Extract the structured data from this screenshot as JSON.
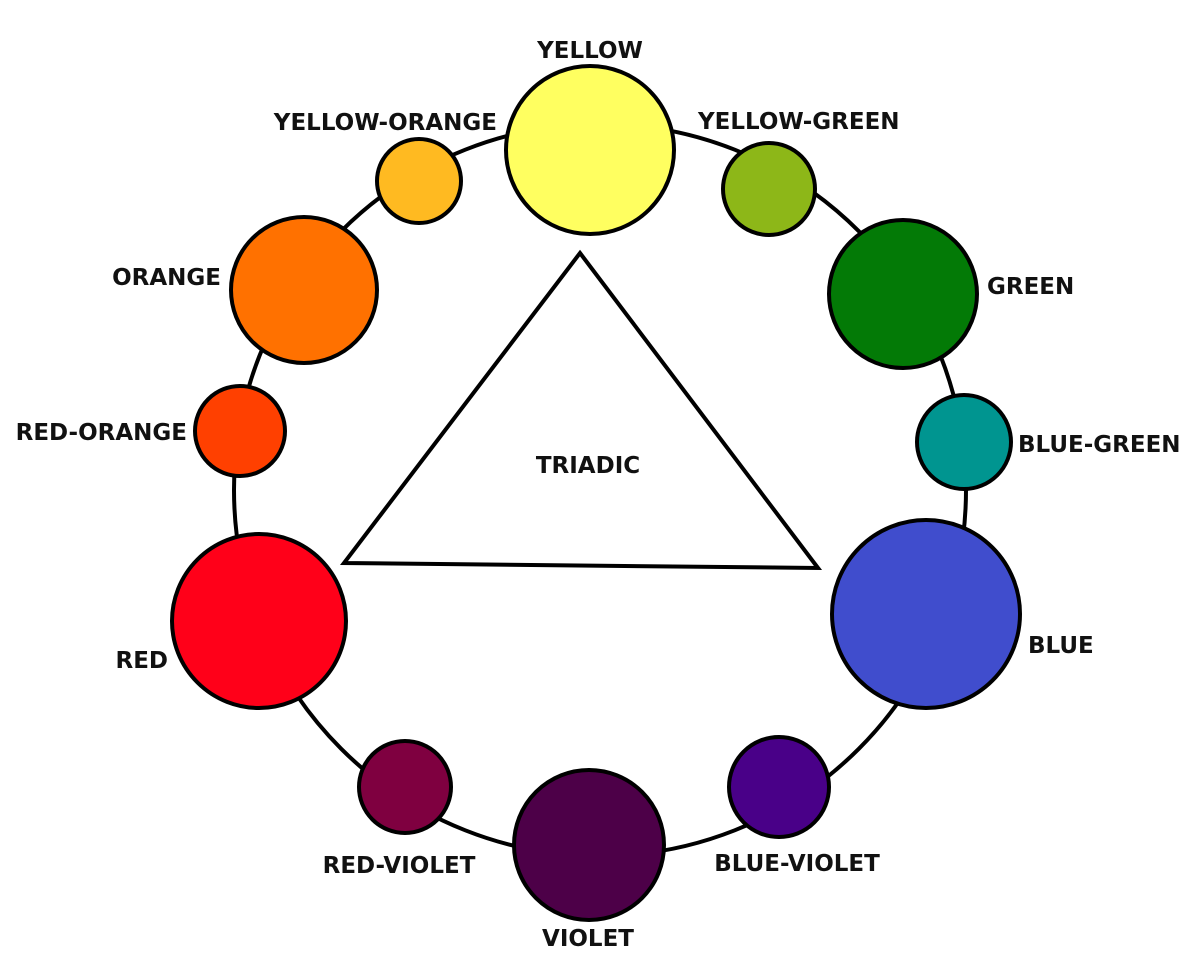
{
  "center_label": "TRIADIC",
  "colors": [
    {
      "id": "yellow",
      "label": "YELLOW",
      "hex": "#FFFF60"
    },
    {
      "id": "yellow-green",
      "label": "YELLOW-GREEN",
      "hex": "#8DB718"
    },
    {
      "id": "green",
      "label": "GREEN",
      "hex": "#037A06"
    },
    {
      "id": "blue-green",
      "label": "BLUE-GREEN",
      "hex": "#009590"
    },
    {
      "id": "blue",
      "label": "BLUE",
      "hex": "#404DCD"
    },
    {
      "id": "blue-violet",
      "label": "BLUE-VIOLET",
      "hex": "#490088"
    },
    {
      "id": "violet",
      "label": "VIOLET",
      "hex": "#4D0048"
    },
    {
      "id": "red-violet",
      "label": "RED-VIOLET",
      "hex": "#7F0040"
    },
    {
      "id": "red",
      "label": "RED",
      "hex": "#FF0019"
    },
    {
      "id": "red-orange",
      "label": "RED-ORANGE",
      "hex": "#FF4000"
    },
    {
      "id": "orange",
      "label": "ORANGE",
      "hex": "#FF7100"
    },
    {
      "id": "yellow-orange",
      "label": "YELLOW-ORANGE",
      "hex": "#FFBA21"
    }
  ],
  "triad": [
    "yellow",
    "blue",
    "red"
  ]
}
